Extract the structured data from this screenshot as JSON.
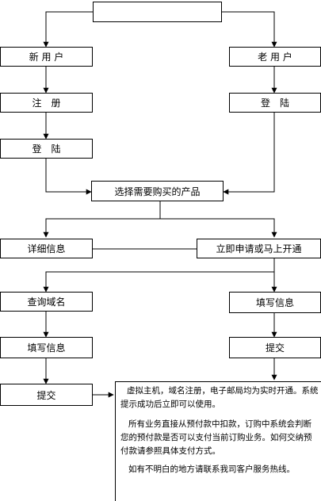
{
  "flow": {
    "top_box": "",
    "new_user": "新 用 户",
    "old_user": "老 用 户",
    "register": "注　册",
    "login_left": "登　陆",
    "login_right": "登　陆",
    "select_product": "选择需要购买的产品",
    "details": "详细信息",
    "apply_now": "立即申请或马上开通",
    "query_domain": "查询域名",
    "fill_info_left": "填写信息",
    "fill_info_right": "填写信息",
    "submit_left": "提交",
    "submit_right": "提交"
  },
  "note": {
    "p1": "虚拟主机，域名注册，电子邮局均为实时开通。系统提示成功后立即可以使用。",
    "p2": "所有业务直接从预付款中扣款，订购中系统会判断您的预付款是否可以支付当前订购业务。如何交纳预付款请参照具体支付方式。",
    "p3": "如有不明白的地方请联系我司客户服务热线。"
  }
}
